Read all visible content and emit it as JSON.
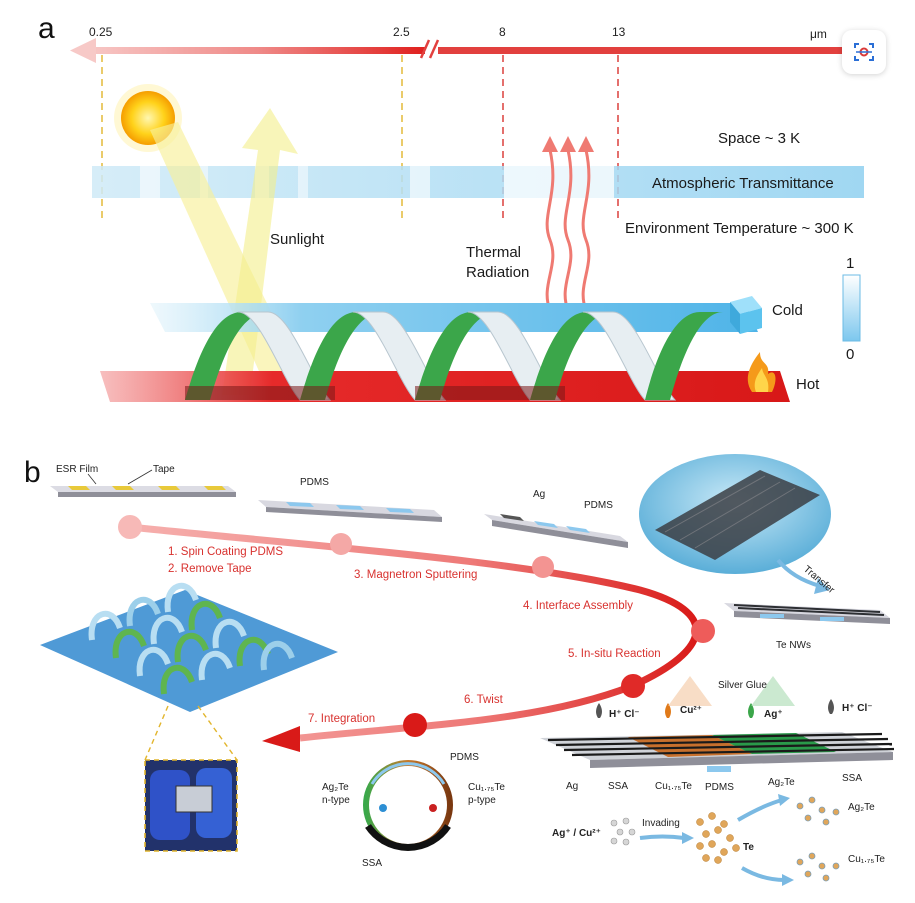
{
  "panel_a": {
    "letter": "a",
    "scale_ticks": [
      "0.25",
      "2.5",
      "8",
      "13"
    ],
    "scale_unit": "μm",
    "space_label": "Space ~ 3 K",
    "atm_label": "Atmospheric Transmittance",
    "env_label": "Environment Temperature ~ 300 K",
    "sunlight_label": "Sunlight",
    "thermal_label_1": "Thermal",
    "thermal_label_2": "Radiation",
    "cold_label": "Cold",
    "hot_label": "Hot",
    "colorbar_max": "1",
    "colorbar_min": "0"
  },
  "panel_b": {
    "letter": "b",
    "esr_film": "ESR Film",
    "tape": "Tape",
    "pdms": "PDMS",
    "ag": "Ag",
    "te_nws": "Te NWs",
    "transfer": "Transfer",
    "silver_glue": "Silver Glue",
    "steps": [
      "1. Spin Coating PDMS",
      "2. Remove Tape",
      "3. Magnetron Sputtering",
      "4. Interface Assembly",
      "5. In-situ Reaction",
      "6. Twist",
      "7. Integration"
    ],
    "reagent_hcl": "H⁺ Cl⁻",
    "reagent_cu": "Cu²⁺",
    "reagent_ag": "Ag⁺",
    "strip_labels": [
      "Ag",
      "SSA",
      "Cu₁.₇₅Te",
      "PDMS",
      "Ag₂Te",
      "SSA"
    ],
    "ring_pdms": "PDMS",
    "ring_ag2te": "Ag₂Te",
    "ring_ntype": "n-type",
    "ring_cu": "Cu₁.₇₅Te",
    "ring_ptype": "p-type",
    "ring_ssa": "SSA",
    "ions": "Ag⁺ / Cu²⁺",
    "invading": "Invading",
    "te": "Te",
    "product_ag2te": "Ag₂Te",
    "product_cu": "Cu₁.₇₅Te"
  }
}
